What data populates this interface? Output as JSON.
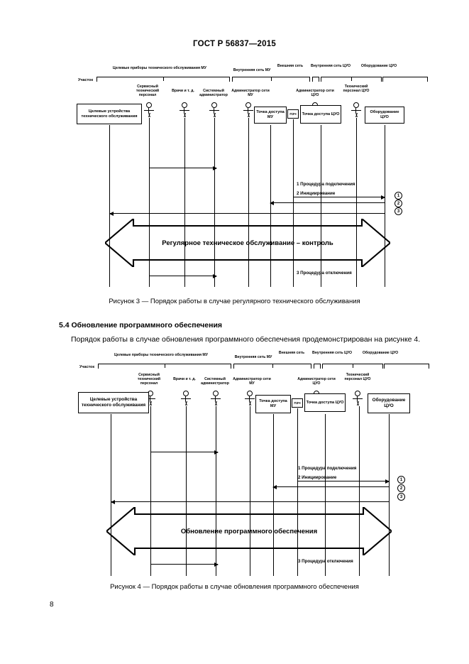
{
  "document": {
    "header": "ГОСТ Р 56837—2015",
    "page_number": "8"
  },
  "section": {
    "heading": "5.4 Обновление программного обеспечения",
    "paragraph": "Порядок работы в случае обновления программного обеспечения продемонстрирован на рисунке 4."
  },
  "figures": [
    {
      "id": "figure-3",
      "caption": "Рисунок 3 — Порядок работы в случае регулярного технического обслуживания",
      "axis_label": "Участок",
      "groups": [
        {
          "label": "Целевые приборы технического обслуживания МУ"
        },
        {
          "label": "Внутренняя сеть МУ"
        },
        {
          "label": "Внешняя сеть"
        },
        {
          "label": "Внутренняя сеть ЦУО"
        },
        {
          "label": "Оборудование ЦУО"
        }
      ],
      "actors": [
        {
          "label": "Сервисный технический персонал"
        },
        {
          "label": "Врачи и т. д."
        },
        {
          "label": "Системный администратор"
        },
        {
          "label": "Администратор сети МУ"
        },
        {
          "label": "Администратор сети ЦУО"
        },
        {
          "label": "Технический персонал ЦУО"
        }
      ],
      "boxes": [
        {
          "label": "Целевые устройства технического обслуживания"
        },
        {
          "label": "Точка доступа МУ"
        },
        {
          "label": "ПЗЧ"
        },
        {
          "label": "Точка доступа ЦУО"
        },
        {
          "label": "Оборудование ЦУО"
        }
      ],
      "steps": [
        {
          "num": "1",
          "label": "1 Процедура подключения"
        },
        {
          "num": "2",
          "label": "2 Инициирование"
        },
        {
          "num": "3",
          "label": "3 Процедура отключения"
        }
      ],
      "markers": [
        "1",
        "2",
        "3"
      ],
      "band_label": "Регулярное техническое обслуживание – контроль"
    },
    {
      "id": "figure-4",
      "caption": "Рисунок 4 — Порядок работы в случае обновления программного обеспечения",
      "axis_label": "Участок",
      "groups": [
        {
          "label": "Целевые приборы технического обслуживания МУ"
        },
        {
          "label": "Внутренняя сеть МУ"
        },
        {
          "label": "Внешняя сеть"
        },
        {
          "label": "Внутренняя сеть ЦУО"
        },
        {
          "label": "Оборудование ЦУО"
        }
      ],
      "actors": [
        {
          "label": "Сервисный технический персонал"
        },
        {
          "label": "Врачи и т. д."
        },
        {
          "label": "Системный администратор"
        },
        {
          "label": "Администратор сети МУ"
        },
        {
          "label": "Администратор сети ЦУО"
        },
        {
          "label": "Технический персонал ЦУО"
        }
      ],
      "boxes": [
        {
          "label": "Целевые устройства технического обслуживания"
        },
        {
          "label": "Точка доступа МУ"
        },
        {
          "label": "ПЗЧ"
        },
        {
          "label": "Точка доступа ЦУО"
        },
        {
          "label": "Оборудование ЦУО"
        }
      ],
      "steps": [
        {
          "num": "1",
          "label": "1 Процедура подключения"
        },
        {
          "num": "2",
          "label": "2 Инициирование"
        },
        {
          "num": "3",
          "label": "3 Процедура отключения"
        }
      ],
      "markers": [
        "1",
        "2",
        "3"
      ],
      "band_label": "Обновление программного обеспечения"
    }
  ]
}
